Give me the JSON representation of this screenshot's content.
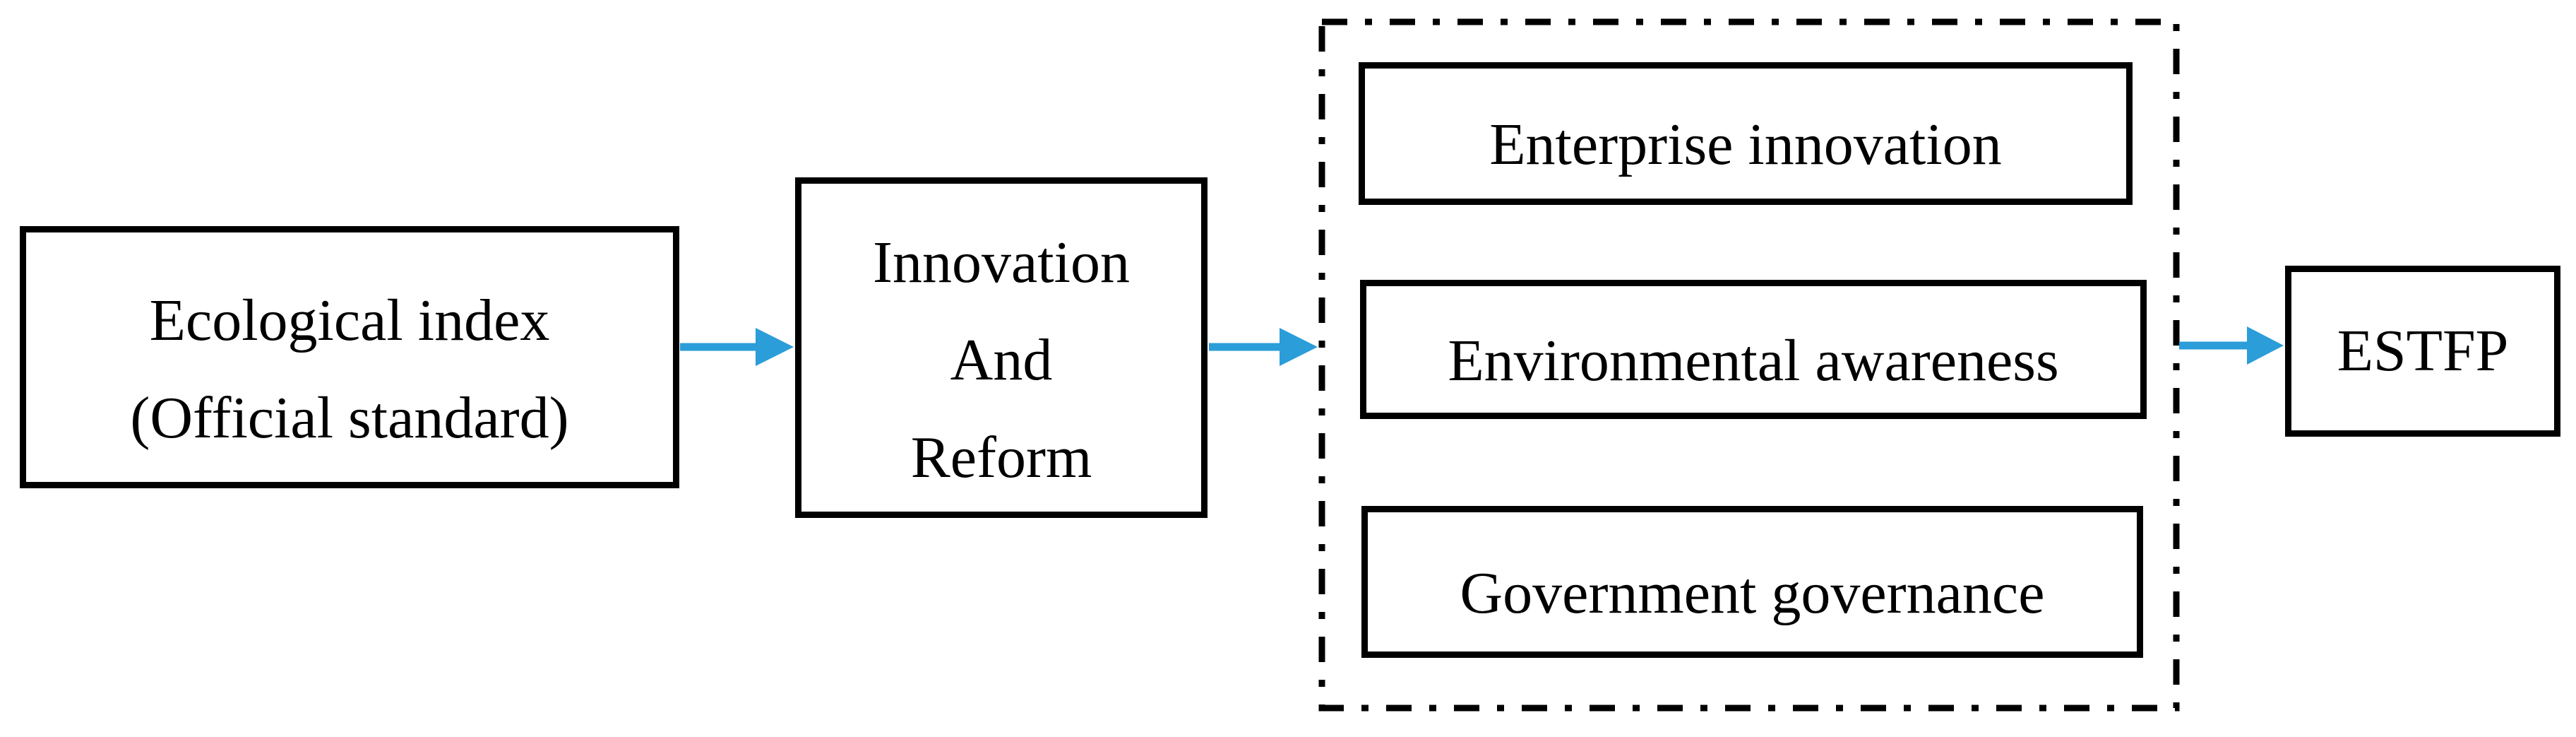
{
  "figure": {
    "background_color": "#ffffff",
    "line_color": "#000000",
    "arrow_color": "#2B9DD8",
    "boxes": {
      "ecological": {
        "lines": [
          "Ecological index",
          "(Official standard)"
        ]
      },
      "innovation": {
        "lines": [
          "Innovation",
          "And",
          "Reform"
        ]
      },
      "enterprise": {
        "label": "Enterprise innovation"
      },
      "environmental": {
        "label": "Environmental awareness"
      },
      "government": {
        "label": "Government governance"
      },
      "estfp": {
        "label": "ESTFP"
      }
    }
  }
}
